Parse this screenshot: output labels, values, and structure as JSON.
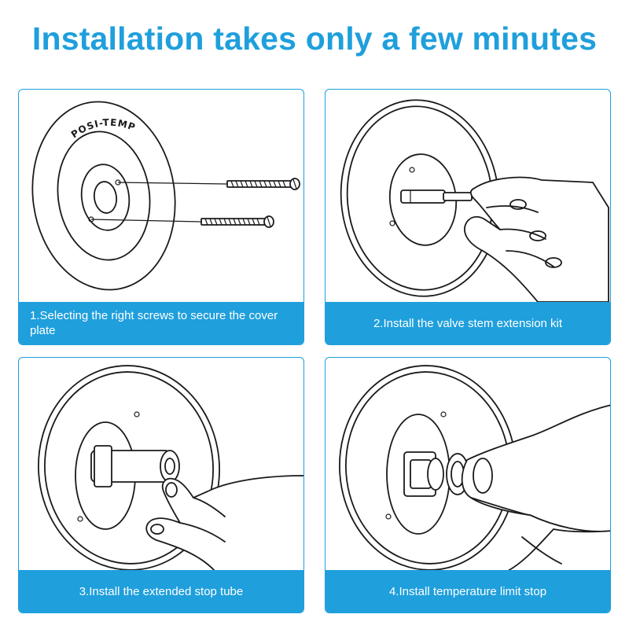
{
  "title": "Installation takes only a few minutes",
  "steps": [
    {
      "caption": "1.Selecting the right  screws to secure the cover plate",
      "logo_text": "POSI-TEMP"
    },
    {
      "caption": "2.Install the valve stem extension kit"
    },
    {
      "caption": "3.Install the extended stop tube"
    },
    {
      "caption": "4.Install temperature limit stop"
    }
  ],
  "colors": {
    "accent": "#1f9fdc",
    "caption_text": "#ffffff",
    "line_art": "#1a1a1a"
  }
}
